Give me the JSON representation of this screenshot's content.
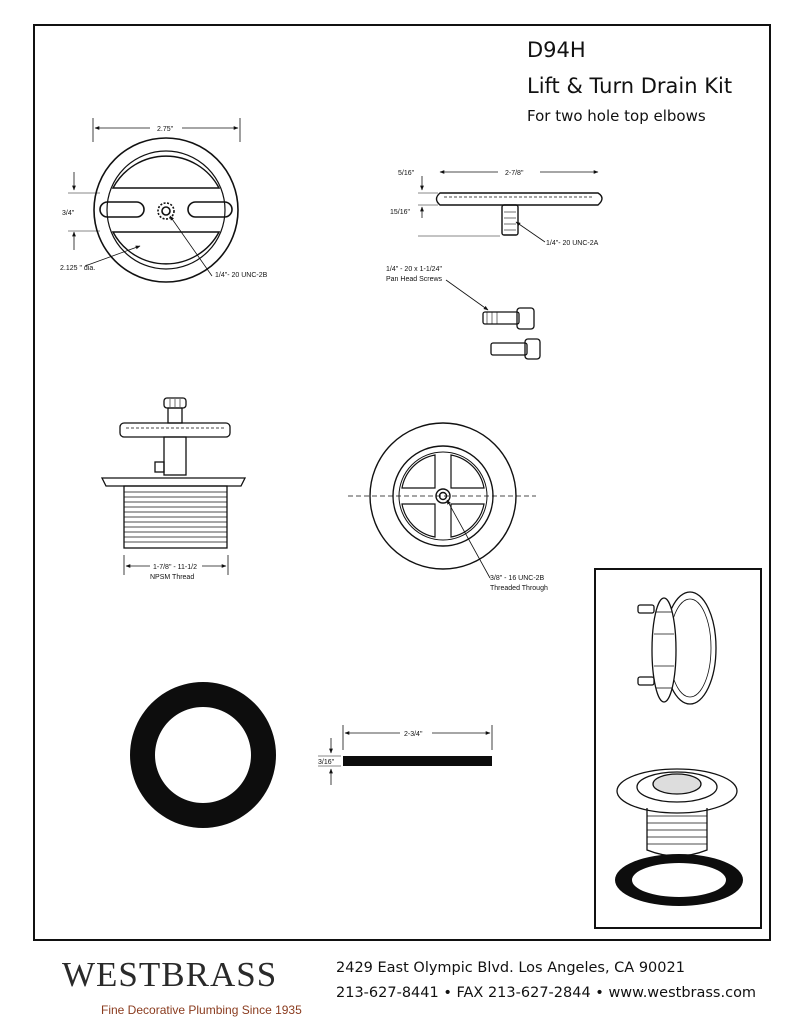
{
  "title": {
    "model": "D94H",
    "name": "Lift & Turn Drain Kit",
    "subtitle": "For two hole top elbows"
  },
  "dimensions": {
    "cover_width": "2.75\"",
    "cover_slot_spacing": "3/4\"",
    "cover_diameter": "2.125 \" dia.",
    "cover_thread": "1/4\"- 20 UNC-2B",
    "plug_top": "5/16\"",
    "plug_height": "15/16\"",
    "plug_width": "2-7/8\"",
    "plug_thread": "1/4\"- 20 UNC-2A",
    "screws_size": "1/4\" - 20 x 1-1/24\"",
    "screws_type": "Pan Head Screws",
    "body_thread_size": "1-7/8\" - 11-1/2",
    "body_thread_type": "NPSM Thread",
    "cross_thread_size": "3/8\" - 16 UNC-2B",
    "cross_thread_note": "Threaded Through",
    "gasket_width": "2-3/4\"",
    "gasket_thickness": "3/16\""
  },
  "footer": {
    "brand": "WESTBRASS",
    "tagline": "Fine Decorative Plumbing Since 1935",
    "address": "2429 East Olympic Blvd. Los Angeles, CA  90021",
    "contact": "213-627-8441 • FAX 213-627-2844 • www.westbrass.com"
  },
  "colors": {
    "line": "#111111",
    "tagline": "#8a3b1e",
    "gasket": "#0d0d0d"
  }
}
